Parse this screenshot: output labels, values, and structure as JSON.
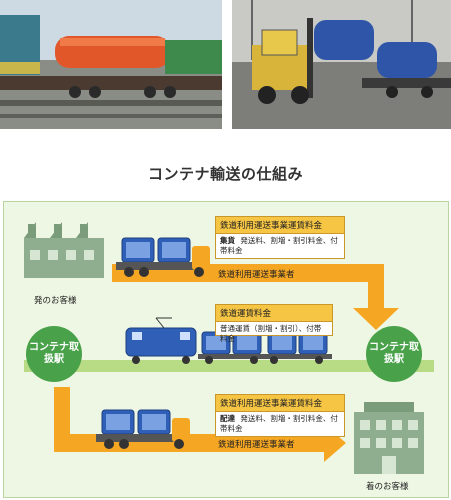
{
  "heading": "コンテナ輸送の仕組み",
  "top_left_box": {
    "title": "鉄道利用運送事業運賃料金",
    "tag": "集貨",
    "detail": "発送料、割増・割引料金、付帯料金"
  },
  "top_arrow_label": "鉄道利用運送事業者",
  "sender_label": "発のお客様",
  "middle_box": {
    "title": "鉄道運賃料金",
    "detail": "普通運賃（割増・割引）、付帯料金"
  },
  "station_left": "コンテナ取扱駅",
  "station_right": "コンテナ取扱駅",
  "bottom_box": {
    "title": "鉄道利用運送事業運賃料金",
    "tag": "配達",
    "detail": "発送料、割増・割引料金、付帯料金"
  },
  "bottom_arrow_label": "鉄道利用運送事業者",
  "receiver_label": "着のお客様",
  "colors": {
    "station_green": "#49a24a",
    "arrow_orange": "#f5a623",
    "track_green": "#b8dc86",
    "container_blue": "#2f5fb7",
    "header_yellow": "#f6c544"
  }
}
